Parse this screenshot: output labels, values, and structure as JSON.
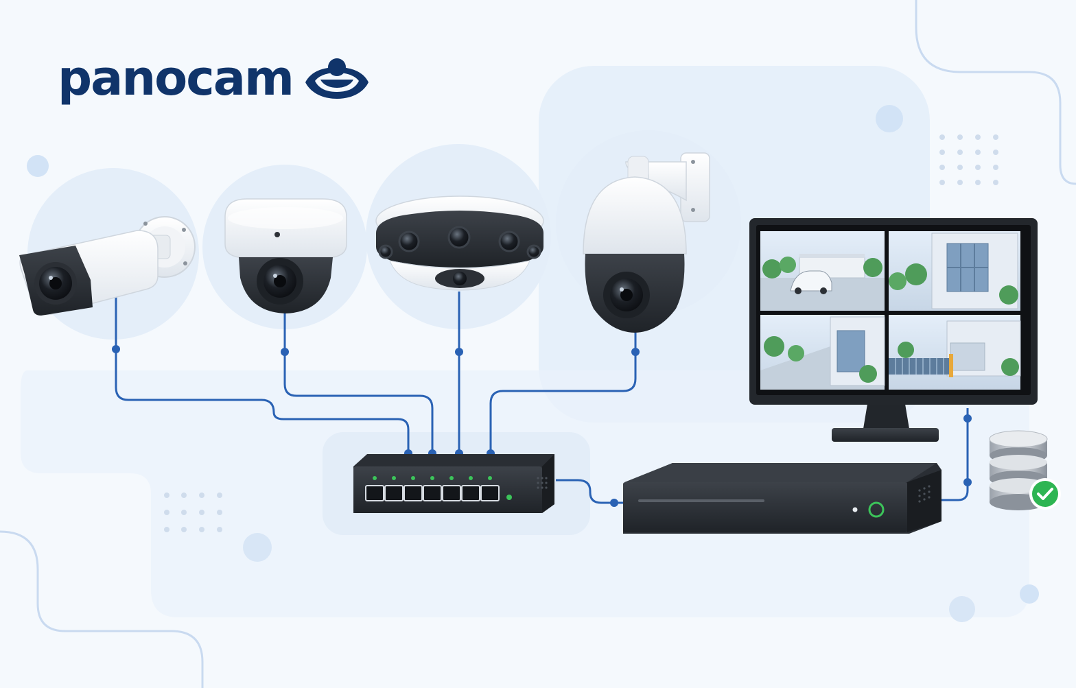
{
  "brand": {
    "name": "panocam",
    "logo_icon": "eye-dome-logo-icon",
    "color": "#10346a"
  },
  "palette": {
    "cable": "#2a62b4",
    "background": "#f5f9fd",
    "blob": "#e6f0fa",
    "device_dark": "#2c3036",
    "camera_white": "#ffffff",
    "status_green": "#3cc45a",
    "check_green": "#2eb552"
  },
  "devices": {
    "cameras": [
      {
        "name": "bullet-camera",
        "icon": "bullet-camera-icon"
      },
      {
        "name": "dome-camera",
        "icon": "dome-camera-icon"
      },
      {
        "name": "panoramic-multisensor-camera",
        "icon": "multisensor-camera-icon"
      },
      {
        "name": "ptz-camera",
        "icon": "ptz-camera-icon"
      }
    ],
    "switch": {
      "name": "network-switch",
      "icon": "network-switch-icon",
      "ports": 7
    },
    "recorder": {
      "name": "network-video-recorder",
      "icon": "nvr-icon"
    },
    "monitor": {
      "name": "monitor",
      "icon": "monitor-icon",
      "feed_tiles": 4
    },
    "storage": {
      "name": "database-storage",
      "icon": "database-icon",
      "status_icon": "check-icon"
    }
  }
}
